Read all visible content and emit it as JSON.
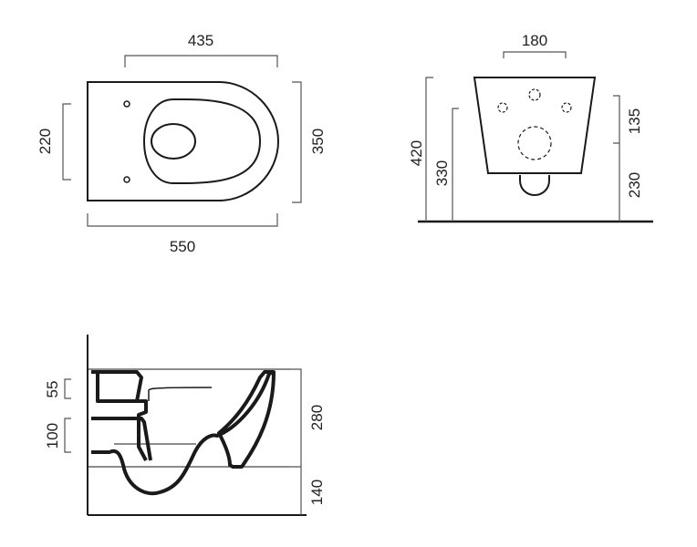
{
  "top_view": {
    "dimensions": {
      "bracket_width": "435",
      "overall_length": "550",
      "fixing_spacing": "220",
      "overall_width": "350"
    }
  },
  "front_view": {
    "dimensions": {
      "bolt_spacing": "180",
      "overall_height": "420",
      "fixing_height": "330",
      "outlet_to_bolts": "135",
      "outlet_height": "230"
    }
  },
  "side_view": {
    "dimensions": {
      "inlet_height": "55",
      "outlet_height": "100",
      "bowl_height": "280",
      "floor_clearance": "140"
    }
  },
  "colors": {
    "line": "#1a1a1a",
    "dim_line": "#555555",
    "background": "#ffffff"
  }
}
